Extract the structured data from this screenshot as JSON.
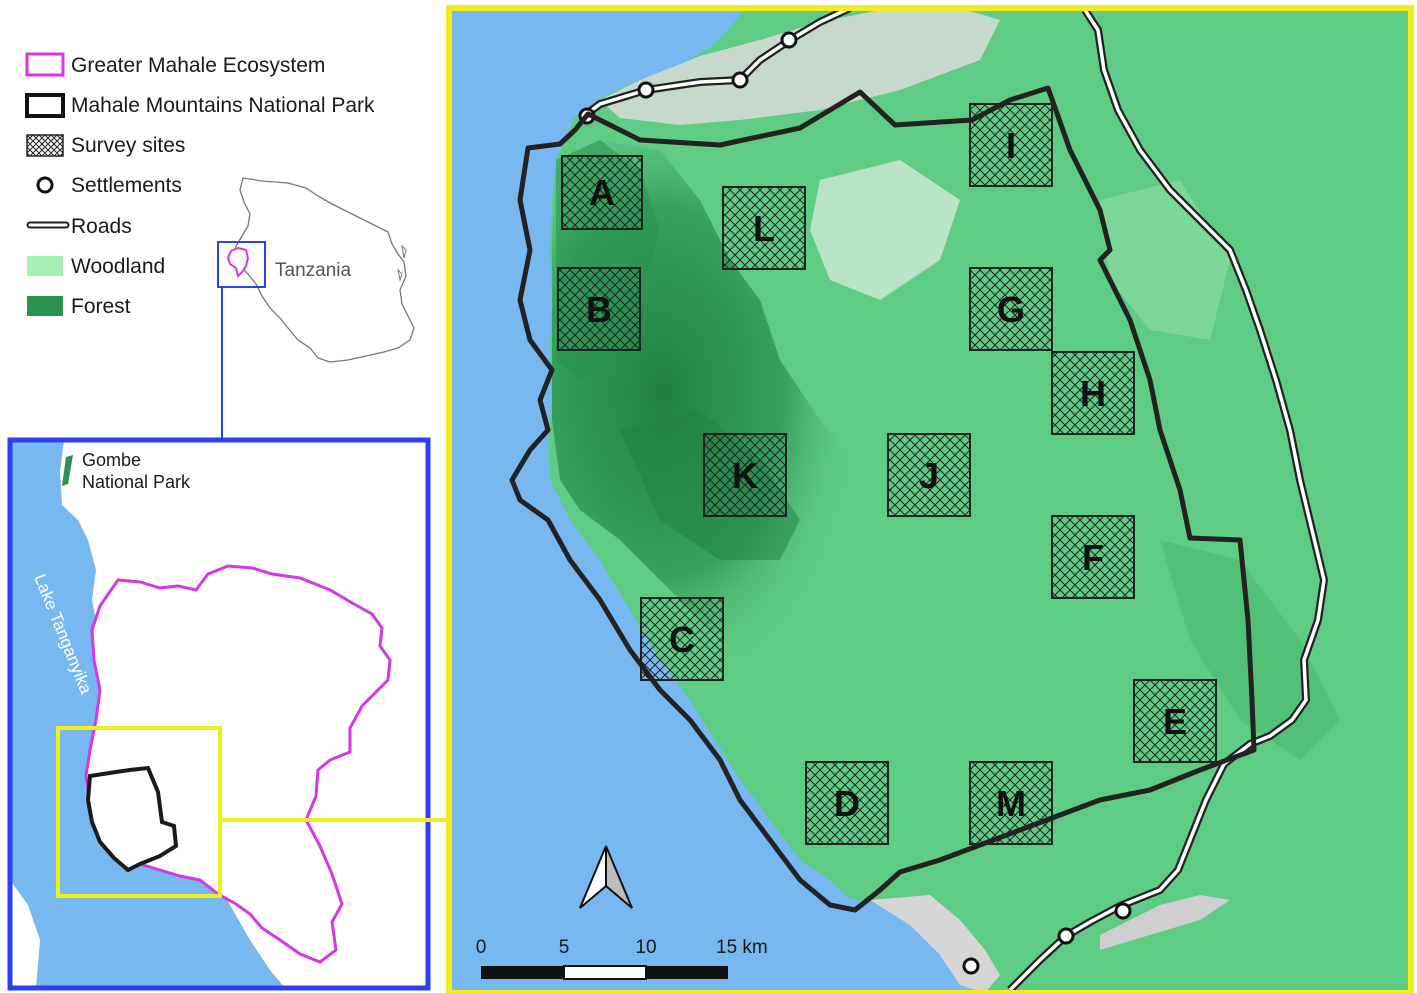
{
  "legend": {
    "items": [
      {
        "label": "Greater Mahale Ecosystem",
        "icon": "magenta-outline-swatch"
      },
      {
        "label": "Mahale Mountains National Park",
        "icon": "black-outline-swatch"
      },
      {
        "label": "Survey sites",
        "icon": "crosshatch-swatch"
      },
      {
        "label": "Settlements",
        "icon": "circle-marker"
      },
      {
        "label": "Roads",
        "icon": "double-line-road"
      },
      {
        "label": "Woodland",
        "icon": "light-green-swatch"
      },
      {
        "label": "Forest",
        "icon": "dark-green-swatch"
      }
    ]
  },
  "locator": {
    "country_label": "Tanzania"
  },
  "inset": {
    "gombe_label_line1": "Gombe",
    "gombe_label_line2": "National Park",
    "lake_label": "Lake Tanganyika"
  },
  "main_map": {
    "survey_sites": [
      "A",
      "B",
      "C",
      "D",
      "E",
      "F",
      "G",
      "H",
      "I",
      "J",
      "K",
      "L",
      "M"
    ],
    "scale_bar": {
      "ticks": [
        "0",
        "5",
        "10",
        "15 km"
      ]
    },
    "north_arrow": "north-arrow-icon"
  },
  "colors": {
    "water": "#77b8f0",
    "woodland": "#5fcc86",
    "forest": "#2a9150",
    "land": "#dcdcdc",
    "ecosystem_outline": "#d536e6",
    "park_outline": "#222222",
    "inset_frame": "#2a40f2",
    "main_frame": "#f2ee1c"
  }
}
